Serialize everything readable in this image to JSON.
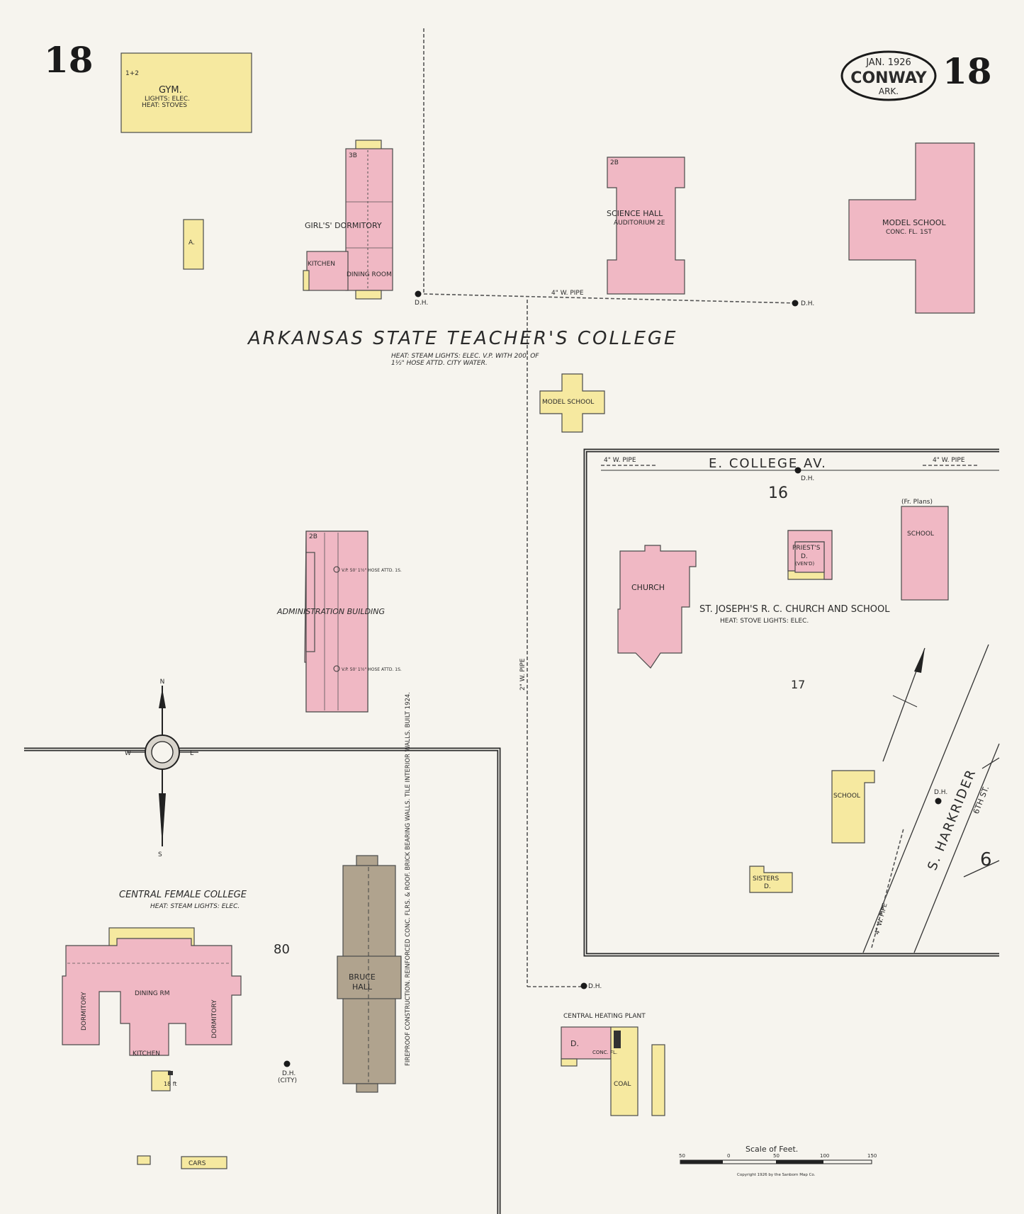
{
  "sheet": {
    "number_left": "18",
    "number_right": "18"
  },
  "cartouche": {
    "date": "JAN. 1926",
    "city": "CONWAY",
    "state": "ARK."
  },
  "institutions": {
    "teachers_college": {
      "name": "ARKANSAS STATE TEACHER'S COLLEGE",
      "notes_line1": "HEAT: STEAM   LIGHTS: ELEC.   V.P. WITH 200' OF",
      "notes_line2": "1½\" HOSE ATTD.  CITY WATER."
    },
    "female_college": {
      "name": "CENTRAL FEMALE COLLEGE",
      "notes": "HEAT: STEAM  LIGHTS: ELEC."
    },
    "st_joseph": {
      "name": "ST. JOSEPH'S R. C. CHURCH AND SCHOOL",
      "notes": "HEAT: STOVE   LIGHTS: ELEC."
    }
  },
  "buildings": {
    "gym": {
      "label": "GYM.",
      "notes1": "LIGHTS: ELEC.",
      "notes2": "HEAT: STOVES",
      "stories": "1+2"
    },
    "gym_a": {
      "label": "A."
    },
    "girls_dorm": {
      "label": "GIRL'S' DORMITORY",
      "stories": "3B"
    },
    "kitchen": {
      "label": "KITCHEN"
    },
    "dining": {
      "label": "DINING ROOM"
    },
    "science_hall": {
      "label": "SCIENCE HALL",
      "sub": "AUDITORIUM 2E",
      "stories": "2B"
    },
    "model_school_brick": {
      "label": "MODEL SCHOOL",
      "sub": "CONC. FL. 1ST"
    },
    "model_school_frame": {
      "label": "MODEL SCHOOL"
    },
    "admin": {
      "label": "ADMINISTRATION BUILDING",
      "stories": "2B",
      "vp1": "V.P. 50' 1½\" HOSE ATTD. 1S.",
      "vp2": "V.P. 50' 1½\" HOSE ATTD. 1S."
    },
    "church": {
      "label": "CHURCH"
    },
    "priests": {
      "label": "PRIEST'S",
      "sub": "D.",
      "note": "(VEN'D)"
    },
    "school_brick": {
      "label": "SCHOOL",
      "note": "(Fr. Plans)"
    },
    "school_frame": {
      "label": "SCHOOL"
    },
    "sisters": {
      "label": "SISTERS",
      "sub": "D."
    },
    "dorm_left": {
      "label": "DORMITORY"
    },
    "dorm_right": {
      "label": "DORMITORY"
    },
    "dining_rm": {
      "label": "DINING RM"
    },
    "kitchen2": {
      "label": "KITCHEN"
    },
    "bruce_hall": {
      "label": "BRUCE HALL",
      "note": "FIREPROOF CONSTRUCTION. REINFORCED CONC. FLRS. & ROOF. BRICK BEARING WALLS. TILE INTERIOR WALLS. BUILT 1924."
    },
    "heating": {
      "label": "CENTRAL HEATING PLANT",
      "d": "D.",
      "conc": "CONC. FL.",
      "coal": "COAL"
    },
    "tank": {
      "label": "18 ft"
    },
    "cars": {
      "label": "CARS"
    }
  },
  "streets": {
    "college_av": "E.   COLLEGE   AV.",
    "harkrider": "S.  HARKRIDER",
    "sixth": "6TH ST."
  },
  "pipes": {
    "p1": "4\" W. PIPE",
    "p2": "2\" W. PIPE",
    "p3": "4\" W. PIPE",
    "p4": "4\" W. PIPE",
    "p5": "4\" W. PIPE"
  },
  "blocks": {
    "b16": "16",
    "b17": "17",
    "b80": "80",
    "b6": "6"
  },
  "hydrants": {
    "label": "D.H.",
    "city": "(CITY)"
  },
  "compass": {
    "n": "N",
    "s": "S",
    "e": "E",
    "w": "W"
  },
  "scale": {
    "title": "Scale of Feet.",
    "ticks": [
      "50",
      "0",
      "50",
      "100",
      "150"
    ],
    "copyright": "Copyright 1926 by the Sanborn Map Co."
  },
  "colors": {
    "brick": "#f0b8c4",
    "frame": "#f6e9a0",
    "fireproof": "#b0a38e",
    "paper": "#f6f4ee"
  }
}
